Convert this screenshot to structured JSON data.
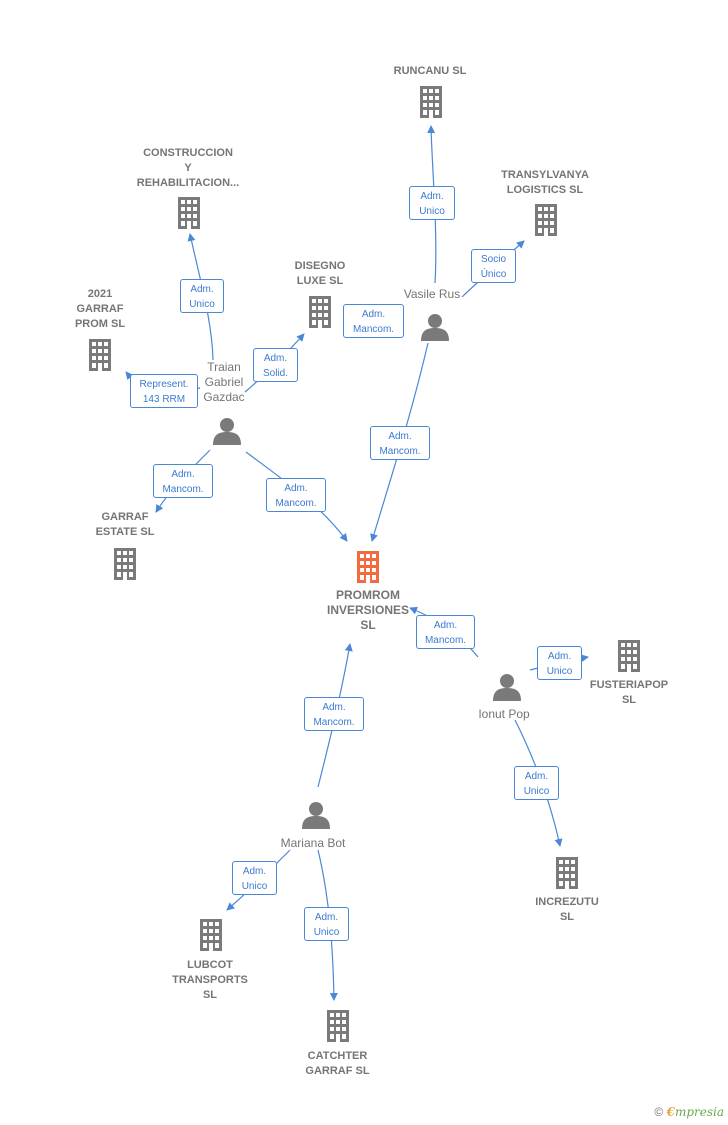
{
  "colors": {
    "company": "#7a7a7a",
    "center": "#f26a3d",
    "person": "#7a7a7a",
    "edge": "#4a88d6"
  },
  "center": {
    "id": "promrom",
    "lines": [
      "PROMROM",
      "INVERSIONES",
      "SL"
    ]
  },
  "companies": [
    {
      "id": "runcanu",
      "lines": [
        "RUNCANU  SL"
      ]
    },
    {
      "id": "construccion",
      "lines": [
        "CONSTRUCCION",
        "Y",
        "REHABILITACION..."
      ]
    },
    {
      "id": "transylvanya",
      "lines": [
        "TRANSYLVANYA",
        "LOGISTICS  SL"
      ]
    },
    {
      "id": "disegno",
      "lines": [
        "DISEGNO",
        "LUXE  SL"
      ]
    },
    {
      "id": "garraf2021",
      "lines": [
        "2021",
        "GARRAF",
        "PROM  SL"
      ]
    },
    {
      "id": "garrafestate",
      "lines": [
        "GARRAF",
        "ESTATE  SL"
      ]
    },
    {
      "id": "fusteriapop",
      "lines": [
        "FUSTERIAPOP",
        "SL"
      ]
    },
    {
      "id": "increzutu",
      "lines": [
        "INCREZUTU",
        "SL"
      ]
    },
    {
      "id": "lubcot",
      "lines": [
        "LUBCOT",
        "TRANSPORTS",
        "SL"
      ]
    },
    {
      "id": "catchter",
      "lines": [
        "CATCHTER",
        "GARRAF  SL"
      ]
    }
  ],
  "persons": [
    {
      "id": "vasile",
      "lines": [
        "Vasile Rus"
      ]
    },
    {
      "id": "traian",
      "lines": [
        "Traian",
        "Gabriel",
        "Gazdac"
      ]
    },
    {
      "id": "ionut",
      "lines": [
        "Ionut Pop"
      ]
    },
    {
      "id": "mariana",
      "lines": [
        "Mariana Bot"
      ]
    }
  ],
  "relations": [
    {
      "id": "r1",
      "lines": [
        "Adm.",
        "Unico"
      ]
    },
    {
      "id": "r2",
      "lines": [
        "Socio",
        "Único"
      ]
    },
    {
      "id": "r3",
      "lines": [
        "Adm.",
        "Mancom."
      ]
    },
    {
      "id": "r4",
      "lines": [
        "Adm.",
        "Mancom."
      ]
    },
    {
      "id": "r5",
      "lines": [
        "Adm.",
        "Unico"
      ]
    },
    {
      "id": "r6",
      "lines": [
        "Adm.",
        "Solid."
      ]
    },
    {
      "id": "r7",
      "lines": [
        "Represent.",
        "143 RRM"
      ]
    },
    {
      "id": "r8",
      "lines": [
        "Adm.",
        "Mancom."
      ]
    },
    {
      "id": "r9",
      "lines": [
        "Adm.",
        "Mancom."
      ]
    },
    {
      "id": "r10",
      "lines": [
        "Adm.",
        "Mancom."
      ]
    },
    {
      "id": "r11",
      "lines": [
        "Adm.",
        "Unico"
      ]
    },
    {
      "id": "r12",
      "lines": [
        "Adm.",
        "Unico"
      ]
    },
    {
      "id": "r13",
      "lines": [
        "Adm.",
        "Mancom."
      ]
    },
    {
      "id": "r14",
      "lines": [
        "Adm.",
        "Unico"
      ]
    },
    {
      "id": "r15",
      "lines": [
        "Adm.",
        "Unico"
      ]
    }
  ],
  "credit": {
    "symbol": "©",
    "brand_initial": "€",
    "brand_rest": "mpresia"
  }
}
